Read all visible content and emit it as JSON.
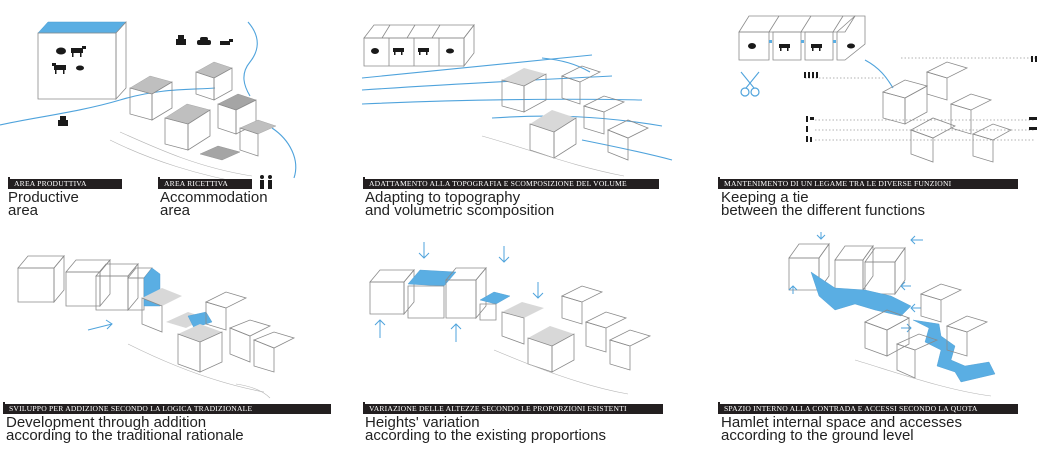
{
  "accent_blue": "#5aaee3",
  "tag_bg": "#231f20",
  "panels": {
    "p1": {
      "tag_a": "AREA PRODUTTIVA",
      "caption_a": [
        "Productive",
        "area"
      ],
      "tag_b": "AREA RICETTIVA",
      "caption_b": [
        "Accommodation",
        "area"
      ],
      "icons": [
        "cow-icon",
        "tractor-icon",
        "car-icon",
        "people-icon"
      ]
    },
    "p2": {
      "tag": "ADATTAMENTO ALLA TOPOGRAFIA E SCOMPOSIZIONE DEL VOLUME",
      "caption": [
        "Adapting to topography",
        "and volumetric scomposition"
      ]
    },
    "p3": {
      "tag": "MANTENIMENTO DI UN LEGAME TRA LE DIVERSE FUNZIONI",
      "caption": [
        "Keeping a tie",
        "between the different functions"
      ],
      "icons": [
        "scissors-icon",
        "people-icon"
      ]
    },
    "p4": {
      "tag": "SVILUPPO PER ADDIZIONE SECONDO LA LOGICA TRADIZIONALE",
      "caption": [
        "Development through addition",
        "according to the traditional rationale"
      ]
    },
    "p5": {
      "tag": "VARIAZIONE DELLE ALTEZZE SECONDO LE PROPORZIONI ESISTENTI",
      "caption": [
        "Heights' variation",
        "according to the existing proportions"
      ]
    },
    "p6": {
      "tag": "SPAZIO INTERNO ALLA CONTRADA E ACCESSI SECONDO LA QUOTA",
      "caption": [
        "Hamlet internal space and accesses",
        "according to the ground level"
      ]
    }
  }
}
